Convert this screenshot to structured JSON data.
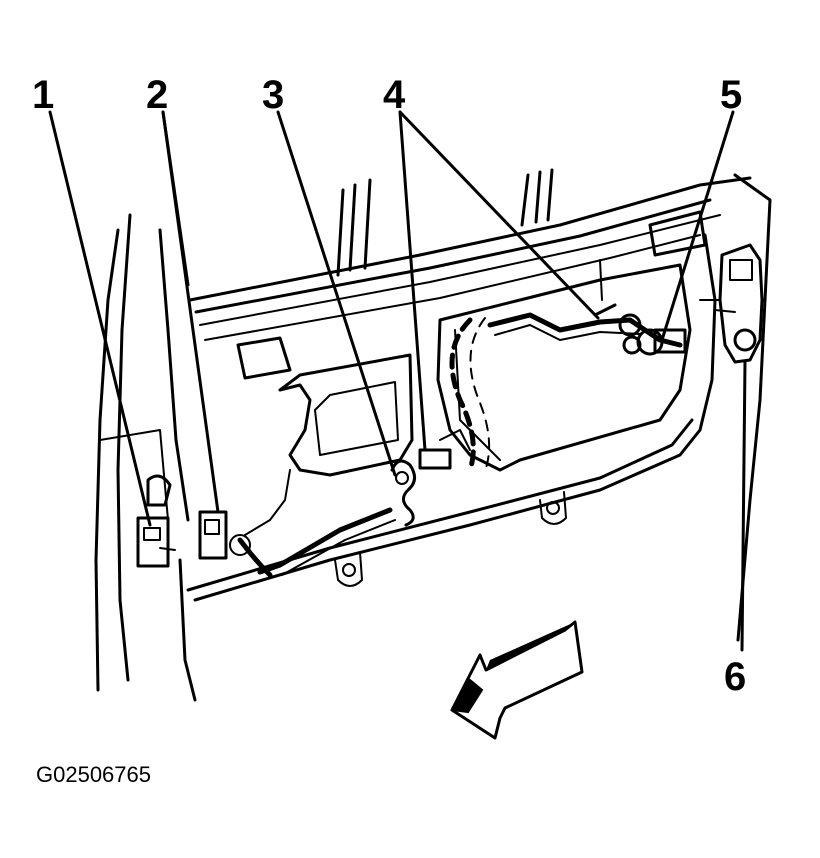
{
  "figure": {
    "id_label": "G02506765"
  },
  "callouts": [
    {
      "number": "1"
    },
    {
      "number": "2"
    },
    {
      "number": "3"
    },
    {
      "number": "4"
    },
    {
      "number": "5"
    },
    {
      "number": "6"
    }
  ],
  "colors": {
    "ink": "#000000",
    "paper": "#ffffff"
  },
  "icons": {
    "direction_arrow": "front-direction-arrow-icon"
  }
}
